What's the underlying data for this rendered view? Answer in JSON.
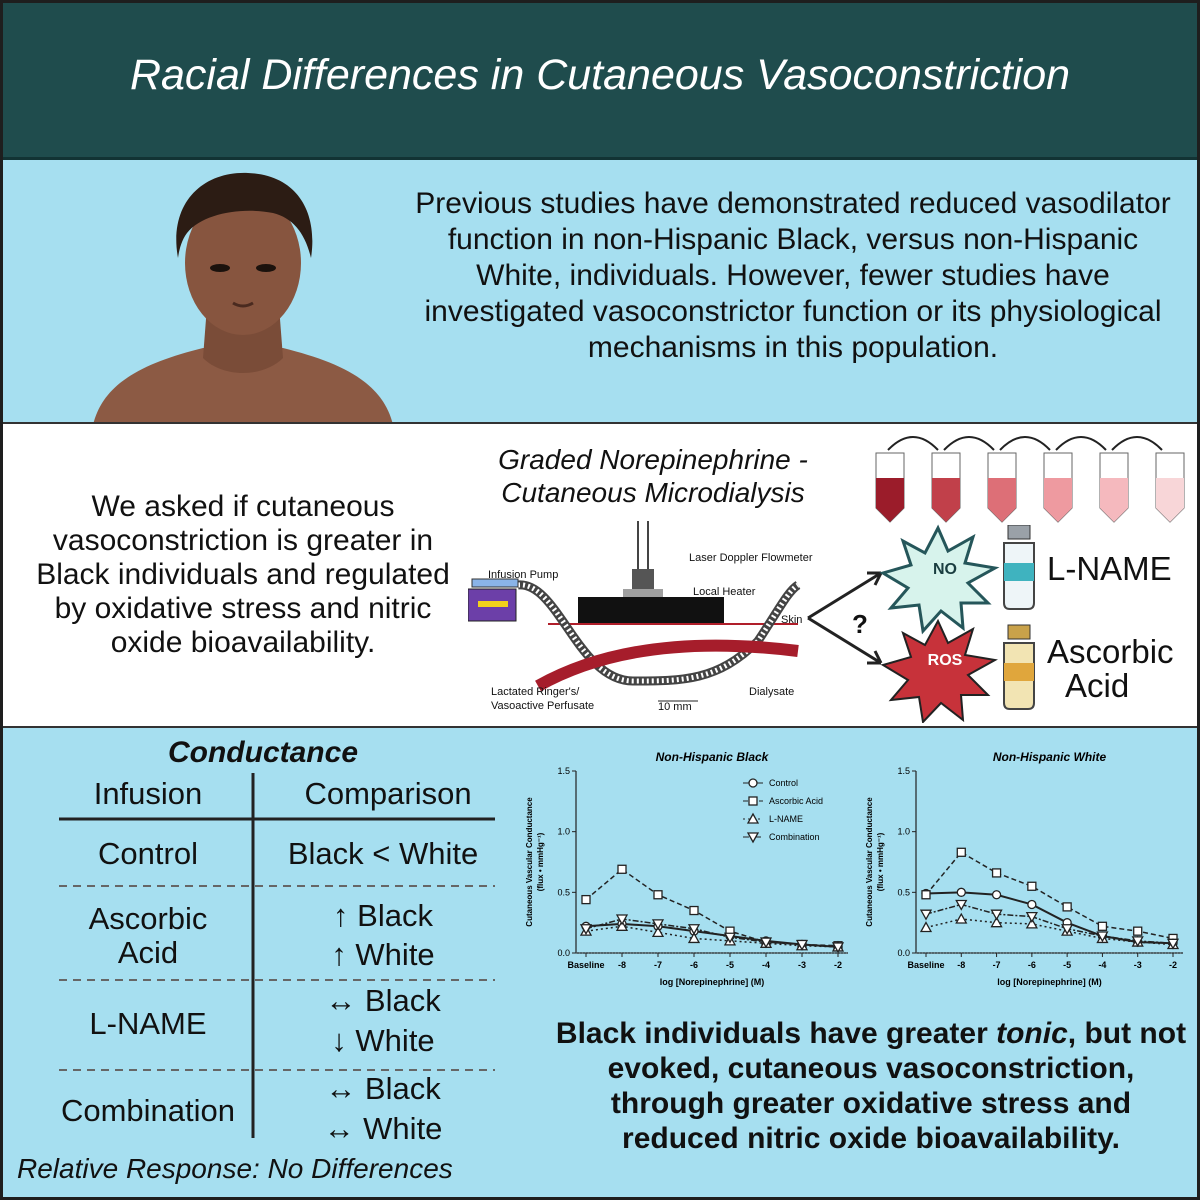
{
  "header": {
    "title": "Racial Differences in Cutaneous Vasoconstriction"
  },
  "intro": {
    "text": "Previous studies have demonstrated reduced vasodilator function in non-Hispanic Black, versus non-Hispanic White, individuals. However, fewer studies have investigated vasoconstrictor function or its physiological mechanisms in this population."
  },
  "question": {
    "text": "We asked if cutaneous vasoconstriction is greater in Black individuals and regulated by oxidative stress and nitric oxide bioavailability."
  },
  "method": {
    "title_line1": "Graded Norepinephrine -",
    "title_line2": "Cutaneous Microdialysis",
    "labels": {
      "laser": "Laser Doppler Flowmeter",
      "heater": "Local Heater",
      "pump": "Infusion Pump",
      "skin": "Skin",
      "ringer1": "Lactated Ringer's/",
      "ringer2": "Vasoactive Perfusate",
      "dialysate": "Dialysate",
      "scale": "10 mm"
    },
    "question_mark": "?",
    "no_label": "NO",
    "ros_label": "ROS",
    "drug1": "L-NAME",
    "drug2_line1": "Ascorbic",
    "drug2_line2": "Acid",
    "colors": {
      "no_fill": "#d7f3ec",
      "no_stroke": "#25565a",
      "ros_fill": "#c7323a",
      "tube_red": "#a61d2b"
    }
  },
  "table": {
    "title": "Conductance",
    "col1": "Infusion",
    "col2": "Comparison",
    "rows": [
      {
        "infusion": "Control",
        "line1": "Black < White",
        "line2": ""
      },
      {
        "infusion_l1": "Ascorbic",
        "infusion_l2": "Acid",
        "line1": "↑ Black",
        "line2": "↑ White"
      },
      {
        "infusion": "L-NAME",
        "line1": "↔ Black",
        "line2": "↓ White"
      },
      {
        "infusion": "Combination",
        "line1": "↔ Black",
        "line2": "↔ White"
      }
    ],
    "footer": "Relative Response: No Differences"
  },
  "conclusion": {
    "before": "Black individuals have greater ",
    "emph": "tonic",
    "after": ", but not evoked, cutaneous vasoconstriction, through greater oxidative stress and reduced nitric oxide bioavailability."
  },
  "chart_data": [
    {
      "type": "line",
      "title": "Non-Hispanic Black",
      "xlabel": "log [Norepinephrine] (M)",
      "ylabel": "Cutaneous Vascular Conductance",
      "ylabel2": "(flux • mmHg⁻¹)",
      "categories": [
        "Baseline",
        "-8",
        "-7",
        "-6",
        "-5",
        "-4",
        "-3",
        "-2"
      ],
      "ylim": [
        0,
        1.5
      ],
      "yticks": [
        "0.0",
        "0.5",
        "1.0",
        "1.5"
      ],
      "legend": "top-right",
      "series": [
        {
          "name": "Control",
          "marker": "circle",
          "values": [
            0.22,
            0.24,
            0.22,
            0.18,
            0.14,
            0.1,
            0.07,
            0.05
          ]
        },
        {
          "name": "Ascorbic Acid",
          "marker": "square",
          "values": [
            0.44,
            0.69,
            0.48,
            0.35,
            0.18,
            0.09,
            0.07,
            0.06
          ]
        },
        {
          "name": "L-NAME",
          "marker": "triangle-up",
          "values": [
            0.18,
            0.22,
            0.17,
            0.12,
            0.1,
            0.08,
            0.06,
            0.05
          ]
        },
        {
          "name": "Combination",
          "marker": "triangle-down",
          "values": [
            0.2,
            0.28,
            0.24,
            0.2,
            0.13,
            0.09,
            0.07,
            0.05
          ]
        }
      ]
    },
    {
      "type": "line",
      "title": "Non-Hispanic White",
      "xlabel": "log [Norepinephrine] (M)",
      "ylabel": "Cutaneous Vascular Conductance",
      "ylabel2": "(flux • mmHg⁻¹)",
      "categories": [
        "Baseline",
        "-8",
        "-7",
        "-6",
        "-5",
        "-4",
        "-3",
        "-2"
      ],
      "ylim": [
        0,
        1.5
      ],
      "yticks": [
        "0.0",
        "0.5",
        "1.0",
        "1.5"
      ],
      "series": [
        {
          "name": "Control",
          "marker": "circle",
          "values": [
            0.49,
            0.5,
            0.48,
            0.4,
            0.25,
            0.14,
            0.09,
            0.08
          ]
        },
        {
          "name": "Ascorbic Acid",
          "marker": "square",
          "values": [
            0.48,
            0.83,
            0.66,
            0.55,
            0.38,
            0.22,
            0.18,
            0.12
          ]
        },
        {
          "name": "L-NAME",
          "marker": "triangle-up",
          "values": [
            0.21,
            0.28,
            0.25,
            0.24,
            0.18,
            0.12,
            0.09,
            0.07
          ]
        },
        {
          "name": "Combination",
          "marker": "triangle-down",
          "values": [
            0.32,
            0.4,
            0.32,
            0.3,
            0.2,
            0.14,
            0.1,
            0.08
          ]
        }
      ]
    }
  ]
}
